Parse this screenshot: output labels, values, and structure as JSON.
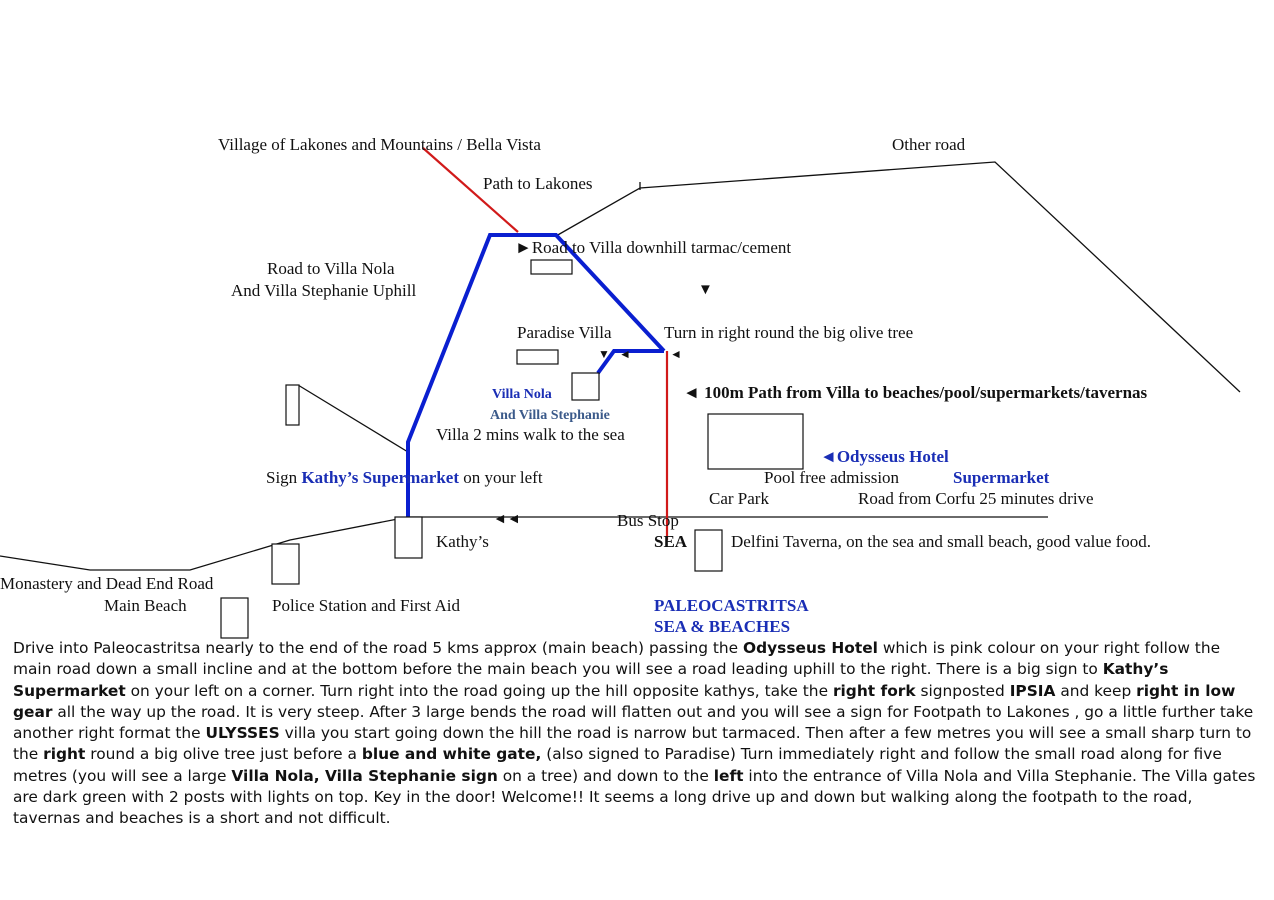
{
  "labels": {
    "village": "Village of Lakones and Mountains / Bella Vista",
    "other_road": "Other road",
    "path_lakones": "Path to Lakones",
    "road_villa_downhill": "►Road to Villa downhill tarmac/cement",
    "road_uphill_1": "Road to Villa Nola",
    "road_uphill_2": "And Villa Stephanie Uphill",
    "paradise_villa": "Paradise Villa",
    "turn_olive": "Turn in right round the big olive tree",
    "villa_nola": "Villa Nola",
    "villa_stephanie": "And Villa Stephanie",
    "path_100m": "◄ 100m Path from Villa to beaches/pool/supermarkets/tavernas",
    "villa_walk": "Villa 2 mins walk to the sea",
    "odysseus": "◄Odysseus Hotel",
    "pool": "Pool free admission",
    "supermarket": "Supermarket",
    "sign_pre": "Sign ",
    "sign_kathys": "Kathy’s Supermarket",
    "sign_post": " on your left",
    "car_park": "Car Park",
    "road_corfu": "Road from Corfu 25 minutes drive",
    "bus_stop": "Bus Stop",
    "kathys": "Kathy’s",
    "sea": "SEA",
    "delfini": "Delfini Taverna, on the sea and small beach, good value food.",
    "monastery": "Monastery and Dead End Road",
    "main_beach": "Main Beach",
    "police": "Police Station and First Aid",
    "paleo": "PALEOCASTRITSA",
    "sea_beaches": "SEA & BEACHES"
  },
  "arrows": {
    "down": "▼",
    "left_pair": "◄◄",
    "left_single": "◄",
    "down_small": "▼"
  },
  "colors": {
    "main_route": "#0a1fd0",
    "path_red": "#d11a1a",
    "road_black": "#111111",
    "label_blue": "#1a2eb5"
  },
  "directions": {
    "t1": "Drive into Paleocastritsa nearly to the end of the road 5 kms approx (main beach) passing the ",
    "b1": "Odysseus Hotel",
    "t2": " which is pink colour on your right follow the main road down a small incline and at the bottom before the main beach you will see a road leading uphill to the right. There is a big sign to ",
    "b2": "Kathy’s Supermarket",
    "t3": " on your left on a corner. Turn right into the road going up the hill opposite kathys, take the ",
    "b3": "right fork",
    "t4": " signposted ",
    "b4": "IPSIA",
    "t5": " and keep ",
    "b5": "right in low gear",
    "t6": " all the way up the road. It is very steep. After 3 large bends the road will flatten out and you will see a sign for Footpath to Lakones , go a little further take another right format the ",
    "b6": "ULYSSES",
    "t7": " villa you start going down the hill the road is narrow but tarmaced. Then after a few metres you will see a small sharp turn to the ",
    "b7": "right",
    "t8": " round a big olive tree just before a ",
    "b8": "blue and white gate,",
    "t9": " (also signed to Paradise) Turn immediately right and follow the small road along for five metres (you will see a large ",
    "b9": "Villa Nola, Villa Stephanie sign",
    "t10": " on a tree) and down to the ",
    "b10": "left",
    "t11": " into the entrance of Villa Nola and Villa Stephanie. The Villa gates are dark green with 2 posts with lights on top. Key in the door! Welcome!! It seems a long drive up and down but walking along the footpath to the road, tavernas and beaches is a short and not difficult."
  }
}
